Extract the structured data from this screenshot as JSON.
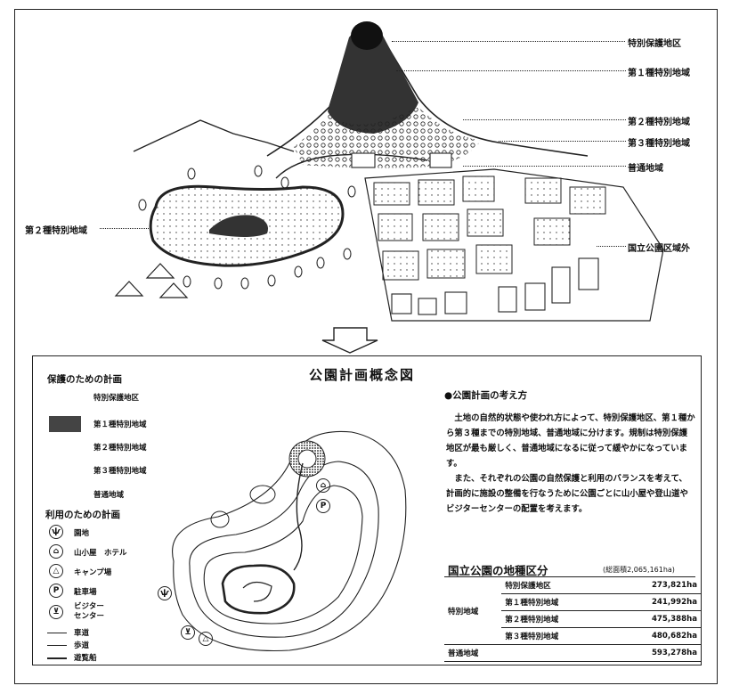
{
  "illustration": {
    "labels": {
      "special_protection": "特別保護地区",
      "class1": "第１種特別地域",
      "class2_right": "第２種特別地域",
      "class3": "第３種特別地域",
      "ordinary": "普通地域",
      "class2_left": "第２種特別地域",
      "outside": "国立公園区域外"
    }
  },
  "panel": {
    "title": "公園計画概念図",
    "protection_heading": "保護のための計画",
    "protection_legend": [
      "特別保護地区",
      "第１種特別地域",
      "第２種特別地域",
      "第３種特別地域",
      "普通地域"
    ],
    "use_heading": "利用のための計画",
    "use_legend": {
      "pond": "園地",
      "hut_hotel": "山小屋　ホテル",
      "camp": "キャンプ場",
      "parking": "駐車場",
      "visitor_center": "ビジター\nセンター",
      "road": "車道",
      "trail": "歩道",
      "boat": "遊覧船"
    },
    "icons": {
      "pond": "ѱ",
      "hut": "⌂",
      "camp": "△",
      "parking": "P",
      "visitor": "⊻"
    },
    "concept_heading": "●公園計画の考え方",
    "concept_p1": "土地の自然的状態や使われ方によって、特別保護地区、第１種から第３種までの特別地域、普通地域に分けます。規制は特別保護地区が最も厳しく、普通地域になるに従って緩やかになっています。",
    "concept_p2": "また、それぞれの公園の自然保護と利用のバランスを考えて、計画的に施設の整備を行なうために公園ごとに山小屋や登山道やビジターセンターの配置を考えます。",
    "table_title": "国立公園の地種区分",
    "table_total": "(総面積2,065,161ha)",
    "table_group": "特別地域",
    "rows": [
      {
        "name": "特別保護地区",
        "area": "273,821ha"
      },
      {
        "name": "第１種特別地域",
        "area": "241,992ha"
      },
      {
        "name": "第２種特別地域",
        "area": "475,388ha"
      },
      {
        "name": "第３種特別地域",
        "area": "480,682ha"
      }
    ],
    "ordinary_row": {
      "name": "普通地域",
      "area": "593,278ha"
    }
  }
}
